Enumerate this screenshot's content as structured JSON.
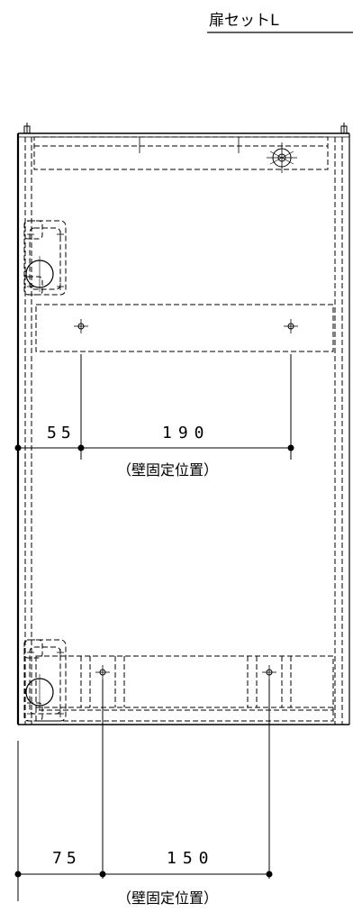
{
  "title_label": "扉セットL",
  "top_dimension": {
    "segment_1": "55",
    "segment_2": "190",
    "note": "（壁固定位置）"
  },
  "bottom_dimension": {
    "segment_1": "75",
    "segment_2": "150",
    "note": "（壁固定位置）"
  }
}
